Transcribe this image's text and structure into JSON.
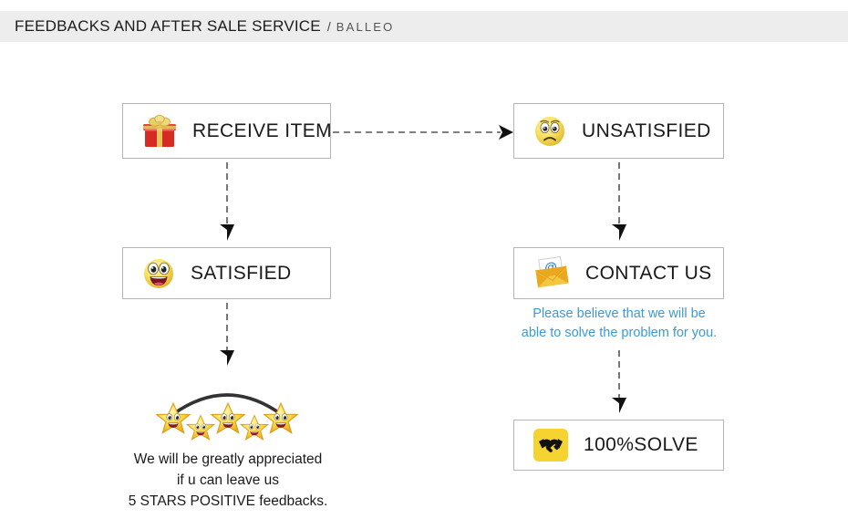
{
  "header": {
    "title": "FEEDBACKS AND AFTER SALE SERVICE",
    "separator": "/",
    "brand": "BALLEO",
    "bar_color": "#ededed"
  },
  "nodes": {
    "receive_item": {
      "label": "RECEIVE ITEM",
      "icon": "gift-box-icon"
    },
    "unsatisfied": {
      "label": "UNSATISFIED",
      "icon": "sad-face-icon"
    },
    "satisfied": {
      "label": "SATISFIED",
      "icon": "happy-face-icon"
    },
    "contact_us": {
      "label": "CONTACT US",
      "icon": "email-envelope-icon"
    },
    "solve": {
      "label": "100%SOLVE",
      "icon": "handshake-icon"
    }
  },
  "contact_note": {
    "line1": "Please believe that we will be",
    "line2": "able to solve the problem for you.",
    "color": "#3b9ad6"
  },
  "stars": {
    "count": 5,
    "icon": "smiling-star-icon",
    "arc_color": "#333333"
  },
  "feedback_request": {
    "line1": "We will be greatly appreciated",
    "line2": "if u can leave us",
    "line3": "5 STARS POSITIVE feedbacks."
  },
  "connectors": {
    "style": "dashed-arrow",
    "color": "#555555",
    "items": [
      {
        "name": "receive-item-to-unsatisfied",
        "direction": "right"
      },
      {
        "name": "receive-item-to-satisfied",
        "direction": "down"
      },
      {
        "name": "unsatisfied-to-contact-us",
        "direction": "down"
      },
      {
        "name": "satisfied-to-stars",
        "direction": "down"
      },
      {
        "name": "contact-us-to-solve",
        "direction": "down"
      }
    ]
  }
}
